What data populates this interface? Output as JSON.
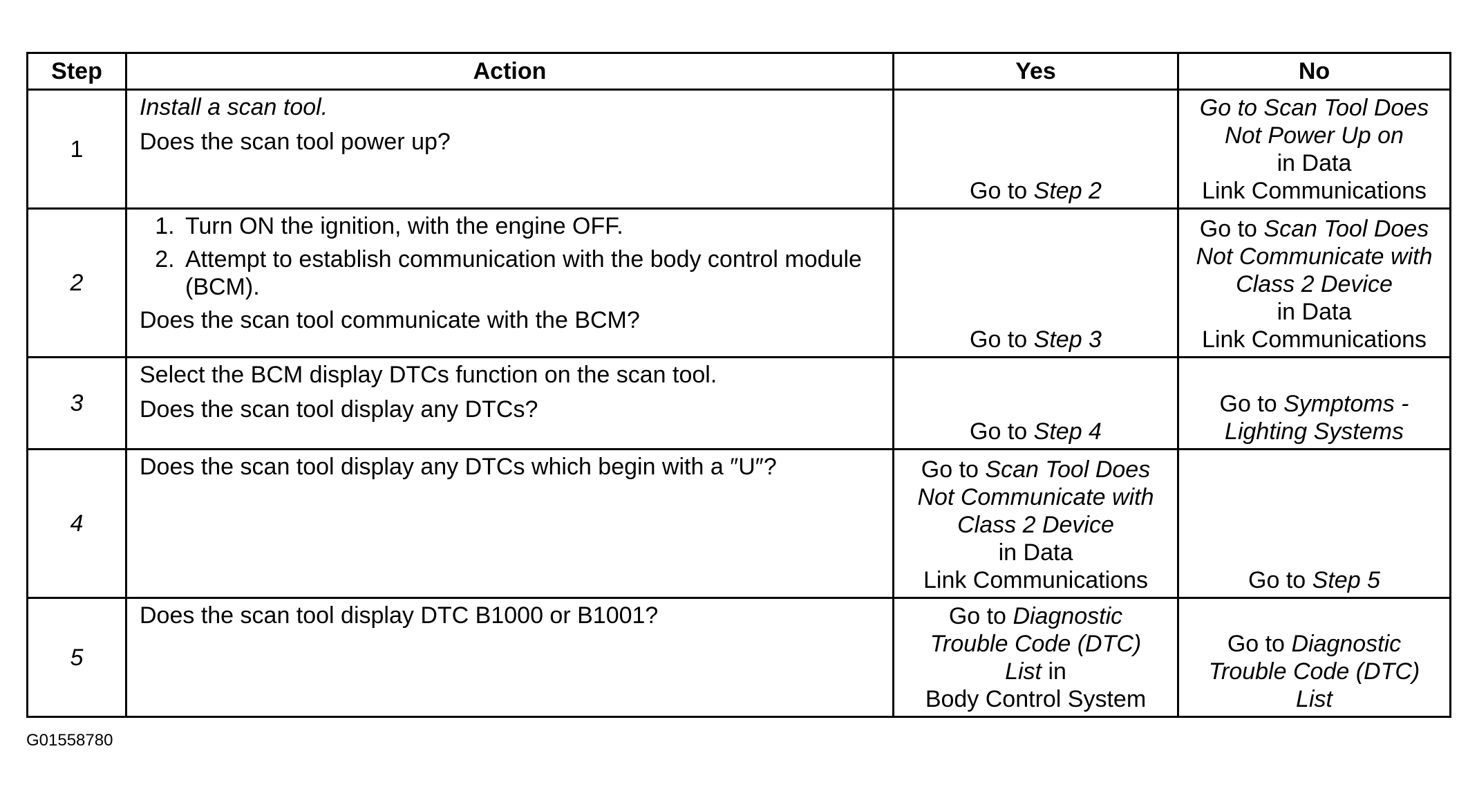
{
  "table": {
    "headers": {
      "step": "Step",
      "action": "Action",
      "yes": "Yes",
      "no": "No"
    },
    "rows": [
      {
        "step": "1",
        "action_p1": "Install a scan tool.",
        "action_p2": "Does the scan tool power up?",
        "yes_go": "Go to",
        "yes_link": "Step 2",
        "no_l1_go": "Go to",
        "no_l1_link": "Scan Tool Does",
        "no_l2": "Not Power Up on",
        "no_l3": "in Data",
        "no_l4": "Link Communications"
      },
      {
        "step": "2",
        "action_item1": "Turn ON the ignition, with the engine OFF.",
        "action_item2": "Attempt to establish communication with the body control module (BCM).",
        "action_p": "Does the scan tool communicate with the BCM?",
        "yes_go": "Go to",
        "yes_link": "Step 3",
        "no_l1_go": "Go to",
        "no_l1_link": "Scan Tool Does",
        "no_l2": "Not Communicate with",
        "no_l3": "Class 2 Device",
        "no_l4": "in Data",
        "no_l5": "Link Communications"
      },
      {
        "step": "3",
        "action_p1": "Select the BCM display DTCs function on the scan tool.",
        "action_p2": "Does the scan tool display any DTCs?",
        "yes_go": "Go to",
        "yes_link": "Step 4",
        "no_l1_go": "Go to",
        "no_l1_link": "Symptoms -",
        "no_l2": "Lighting Systems"
      },
      {
        "step": "4",
        "action_p1": "Does the scan tool display any DTCs which begin with a ″U″?",
        "yes_l1_go": "Go to",
        "yes_l1_link": "Scan Tool Does",
        "yes_l2": "Not Communicate with",
        "yes_l3": "Class 2 Device",
        "yes_l4": "in Data",
        "yes_l5": "Link Communications",
        "no_go": "Go to",
        "no_link": "Step 5"
      },
      {
        "step": "5",
        "action_p1": "Does the scan tool display DTC B1000 or B1001?",
        "yes_l1_go": "Go to",
        "yes_l1_link": "Diagnostic",
        "yes_l2": "Trouble Code (DTC)",
        "yes_l3_link": "List",
        "yes_l3_in": "in",
        "yes_l4": "Body Control System",
        "no_l1_go": "Go to",
        "no_l1_link": "Diagnostic",
        "no_l2": "Trouble Code (DTC)",
        "no_l3": "List"
      }
    ]
  },
  "figure_id": "G01558780"
}
